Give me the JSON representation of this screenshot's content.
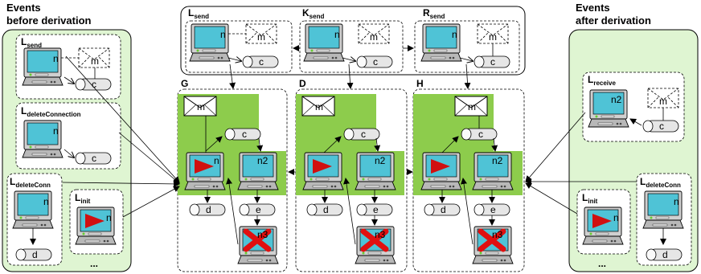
{
  "captions": {
    "before_line1": "Events",
    "before_line2": "before derivation",
    "after_line1": "Events",
    "after_line2": "after derivation"
  },
  "rule_labels": {
    "l_send": "L",
    "l_send_sub": "send",
    "k_send": "K",
    "k_send_sub": "send",
    "r_send": "R",
    "r_send_sub": "send",
    "l_delete_connection": "L",
    "l_delete_connection_sub": "deleteConnection",
    "l_delete_conn": "L",
    "l_delete_conn_sub": "deleteConn",
    "l_init": "L",
    "l_init_sub": "init",
    "l_receive": "L",
    "l_receive_sub": "receive"
  },
  "graph_labels": {
    "g": "G",
    "d": "D",
    "h": "H"
  },
  "node_labels": {
    "n": "n",
    "n2": "n2",
    "n3": "n3",
    "m": "m",
    "c": "c",
    "d": "d",
    "e": "e"
  },
  "ellipsis": "...",
  "colors": {
    "panel_green": "#dff5d2",
    "match_green": "#8dcc4c",
    "screen_blue": "#4fc3d6",
    "play_red": "#d01010",
    "cross_red": "#e01010"
  }
}
